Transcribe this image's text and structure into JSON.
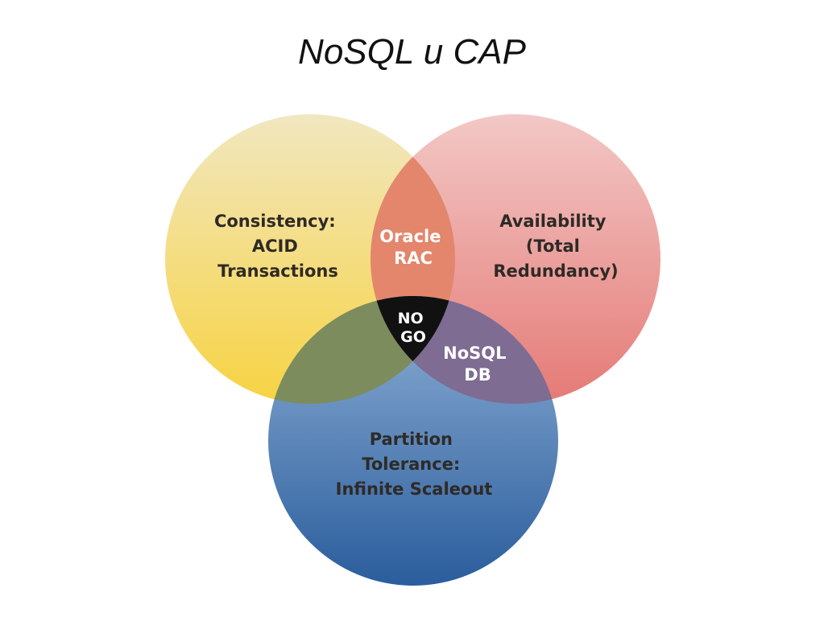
{
  "title": "NoSQL и CAP",
  "colors": {
    "consistency": "#f2d24a",
    "availability": "#e88a86",
    "partition": "#3e6fae",
    "no_go": "#111111"
  },
  "circles": {
    "consistency": {
      "lines": [
        "Consistency:",
        "ACID",
        "Transactions"
      ]
    },
    "availability": {
      "lines": [
        "Availability",
        "(Total",
        "Redundancy)"
      ]
    },
    "partition": {
      "lines": [
        "Partition",
        "Tolerance:",
        "Infinite Scaleout"
      ]
    }
  },
  "overlaps": {
    "consistency_availability": {
      "lines": [
        "Oracle",
        "RAC"
      ]
    },
    "availability_partition": {
      "lines": [
        "NoSQL",
        "DB"
      ]
    },
    "all": {
      "lines": [
        "NO",
        "GO"
      ]
    }
  }
}
